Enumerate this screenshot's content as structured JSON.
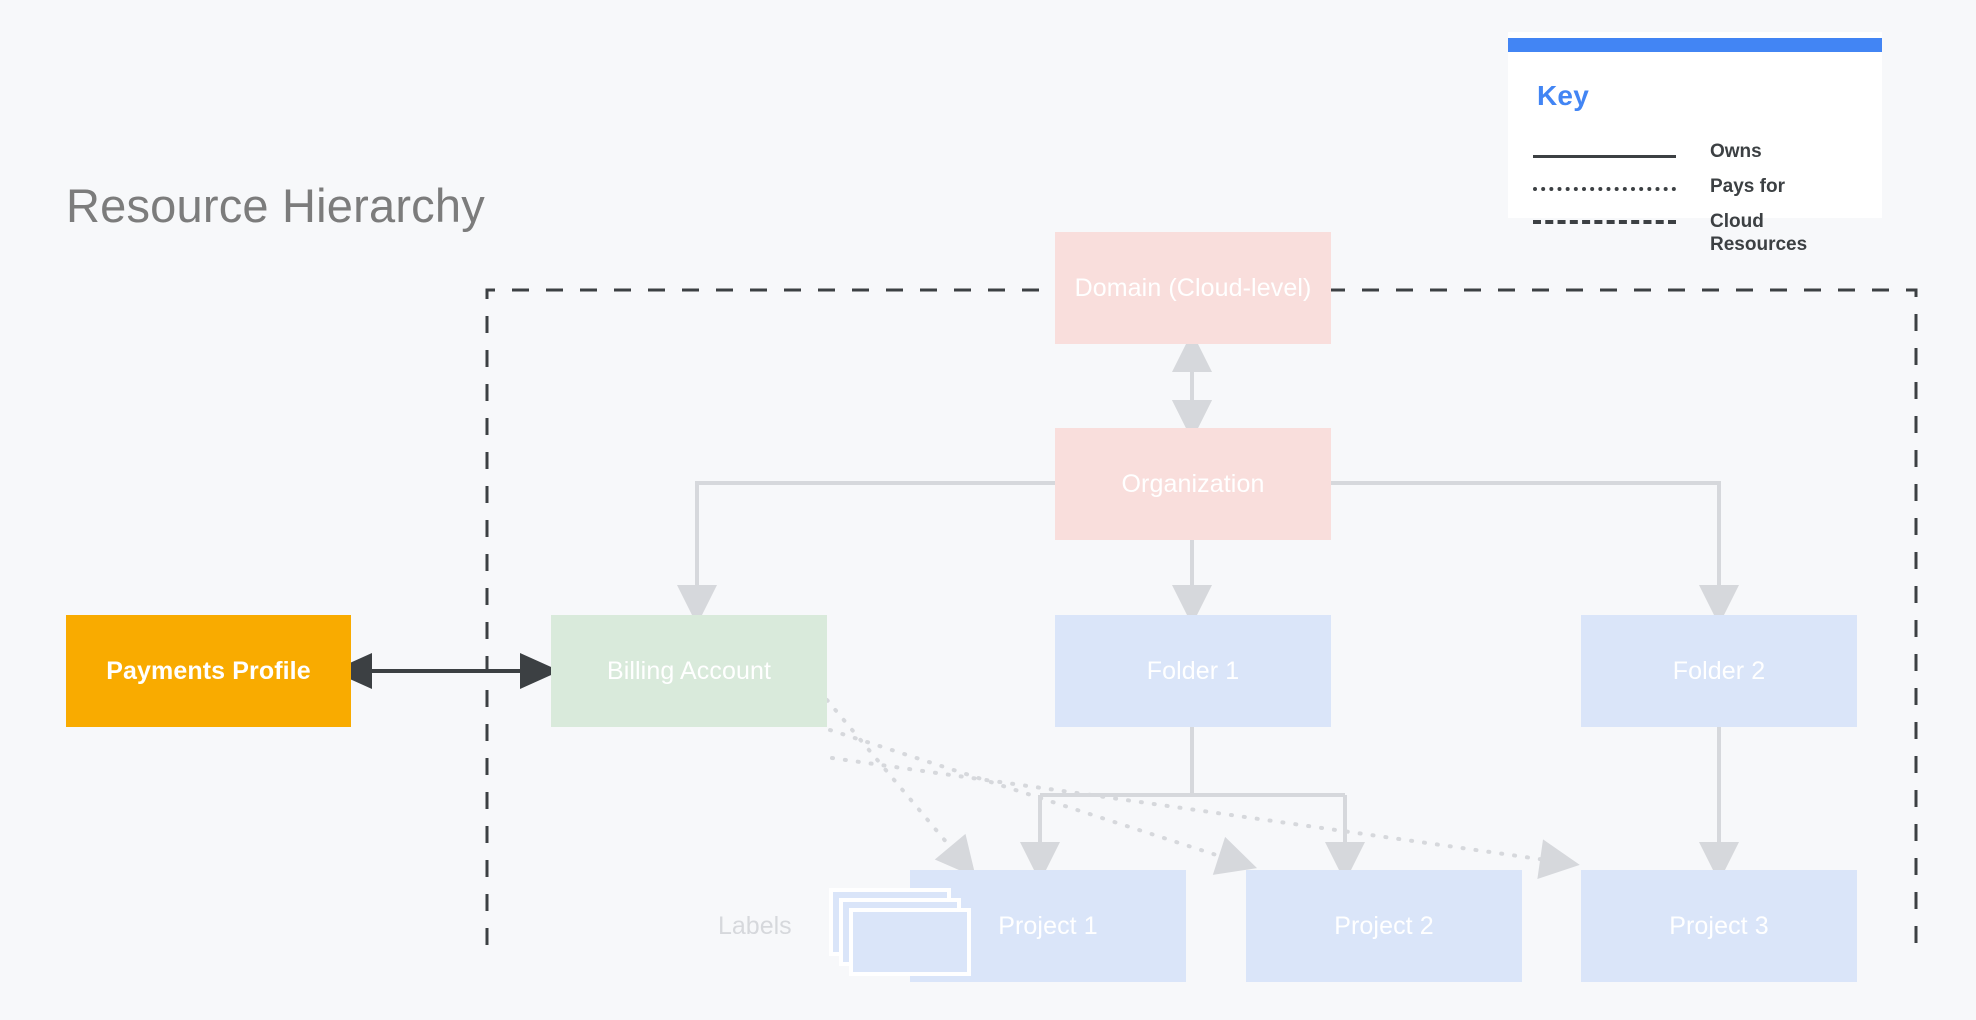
{
  "page": {
    "title": "Resource Hierarchy",
    "background_color": "#F7F8FA"
  },
  "key": {
    "title": "Key",
    "accent_color": "#4285F4",
    "rows": [
      {
        "style": "solid",
        "label": "Owns"
      },
      {
        "style": "dotted",
        "label": "Pays for"
      },
      {
        "style": "dashed",
        "label": "Cloud Resources"
      }
    ]
  },
  "nodes": {
    "payments_profile": {
      "label": "Payments Profile",
      "color": "#F9AB00"
    },
    "billing_account": {
      "label": "Billing Account",
      "color": "#D9EADB"
    },
    "domain": {
      "label": "Domain (Cloud-level)",
      "color": "#F9DEDC"
    },
    "organization": {
      "label": "Organization",
      "color": "#F9DEDC"
    },
    "folder_1": {
      "label": "Folder 1",
      "color": "#DAE5F9"
    },
    "folder_2": {
      "label": "Folder 2",
      "color": "#DAE5F9"
    },
    "project_1": {
      "label": "Project 1",
      "color": "#DAE5F9"
    },
    "project_2": {
      "label": "Project 2",
      "color": "#DAE5F9"
    },
    "project_3": {
      "label": "Project 3",
      "color": "#DAE5F9"
    },
    "labels": {
      "label": "Labels",
      "color": "#DAE5F9"
    }
  },
  "boundary": {
    "label": "Cloud Resources",
    "style": "dashed"
  }
}
